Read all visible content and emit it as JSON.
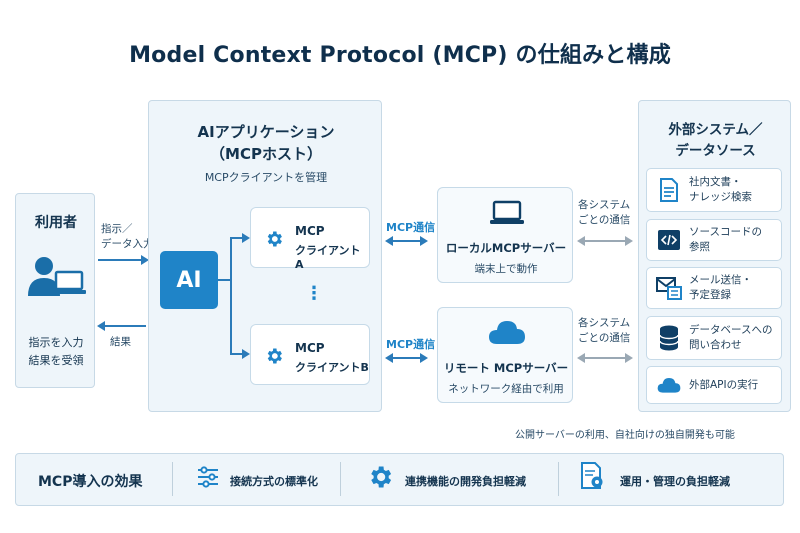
{
  "title": "Model Context Protocol (MCP) の仕組みと構成",
  "user": {
    "title": "利用者",
    "line1": "指示を入力",
    "line2": "結果を受領"
  },
  "arrows": {
    "instruct": "指示／\nデータ入力",
    "result": "結果",
    "mcp_comm_top": "MCP通信",
    "mcp_comm_bottom": "MCP通信",
    "system_comm_top": "各システム\nごとの通信",
    "system_comm_bottom": "各システム\nごとの通信"
  },
  "host": {
    "title_line1": "AIアプリケーション",
    "title_line2": "（MCPホスト）",
    "subtitle": "MCPクライアントを管理",
    "ai_label": "AI",
    "client_a_line1": "MCP",
    "client_a_line2": "クライアントA",
    "client_b_line1": "MCP",
    "client_b_line2": "クライアントB",
    "ellipsis": "⋮"
  },
  "servers": {
    "local_title": "ローカルMCPサーバー",
    "local_sub": "端末上で動作",
    "remote_title": "リモート MCPサーバー",
    "remote_sub": "ネットワーク経由で利用"
  },
  "external": {
    "title_line1": "外部システム／",
    "title_line2": "データソース",
    "items": [
      {
        "label": "社内文書・\nナレッジ検索",
        "icon": "document-icon"
      },
      {
        "label": "ソースコードの\n参照",
        "icon": "code-icon"
      },
      {
        "label": "メール送信・\n予定登録",
        "icon": "mail-calendar-icon"
      },
      {
        "label": "データベースへの\n問い合わせ",
        "icon": "database-icon"
      },
      {
        "label": "外部APIの実行",
        "icon": "cloud-icon"
      }
    ]
  },
  "note": "公開サーバーの利用、自社向けの独自開発も可能",
  "footer": {
    "title": "MCP導入の効果",
    "item1": "接続方式の標準化",
    "item2": "連携機能の開発負担軽減",
    "item3": "運用・管理の負担軽減"
  },
  "colors": {
    "accent": "#1f84c8",
    "dark_navy": "#0f2f4c",
    "panel_bg": "#eef5fa"
  }
}
